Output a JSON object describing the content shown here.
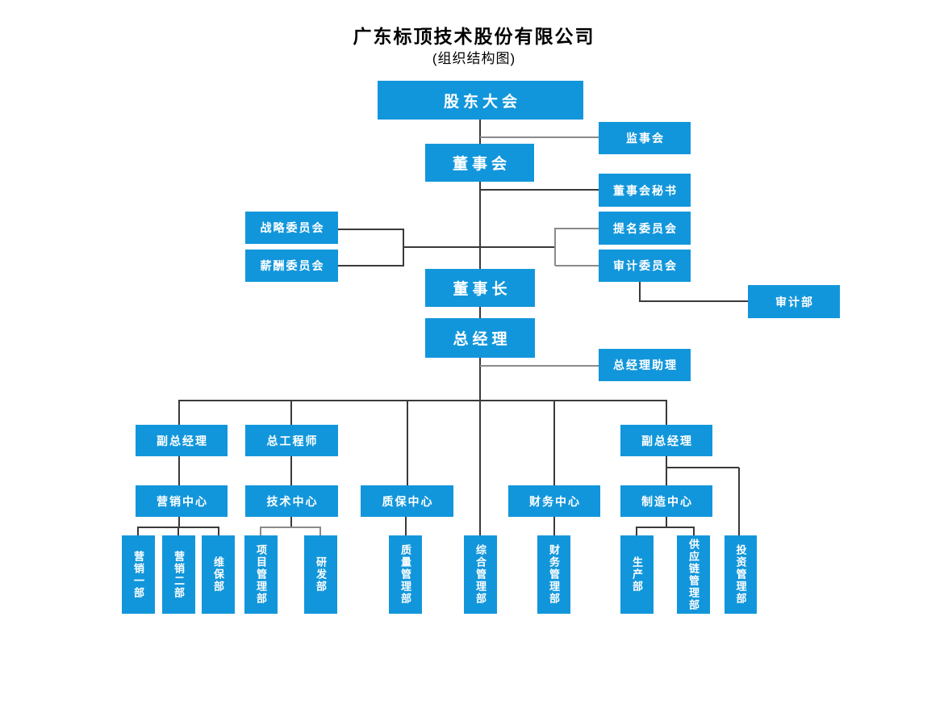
{
  "header": {
    "title": "广东标顶技术股份有限公司",
    "subtitle": "(组织结构图)"
  },
  "colors": {
    "box": "#1296db",
    "boxtext": "#ffffff",
    "line": "#3a3a3a",
    "linegray": "#8a8a8a",
    "titletext": "#000000",
    "background": "#ffffff"
  },
  "nodes": {
    "shareholders_meeting": "股东大会",
    "supervisory_board": "监事会",
    "board_of_directors": "董事会",
    "board_secretary": "董事会秘书",
    "strategy_committee": "战略委员会",
    "compensation_committee": "薪酬委员会",
    "nomination_committee": "提名委员会",
    "audit_committee": "审计委员会",
    "audit_department": "审计部",
    "chairman": "董事长",
    "general_manager": "总经理",
    "gm_assistant": "总经理助理",
    "deputy_gm_left": "副总经理",
    "chief_engineer": "总工程师",
    "deputy_gm_right": "副总经理",
    "marketing_center": "营销中心",
    "technology_center": "技术中心",
    "qa_center": "质保中心",
    "finance_center": "财务中心",
    "manufacturing_center": "制造中心",
    "marketing_dept_1": "营销一部",
    "marketing_dept_2": "营销二部",
    "maintenance_dept": "维保部",
    "project_mgmt_dept": "项目管理部",
    "rd_dept": "研发部",
    "quality_mgmt_dept": "质量管理部",
    "general_mgmt_dept": "综合管理部",
    "finance_mgmt_dept": "财务管理部",
    "production_dept": "生产部",
    "supply_chain_mgmt_dept": "供应链管理部",
    "investment_mgmt_dept": "投资管理部"
  }
}
